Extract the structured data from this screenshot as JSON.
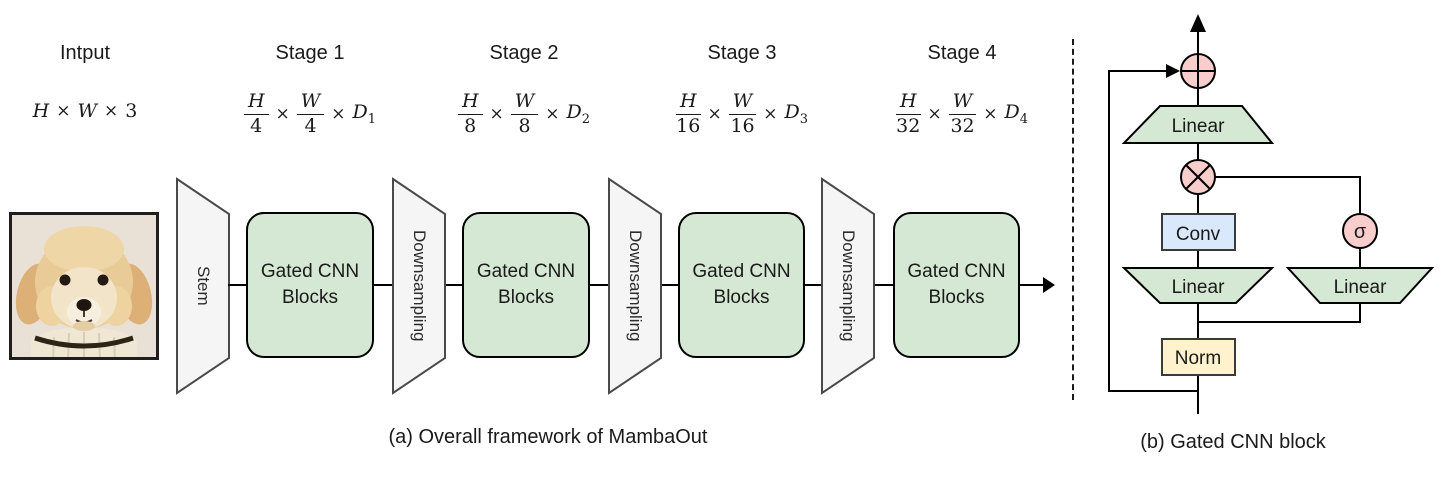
{
  "header": {
    "input": {
      "label": "Intput",
      "dims": [
        "H",
        "×",
        "W",
        "×",
        "3"
      ]
    },
    "stages": [
      {
        "label": "Stage 1",
        "num1": "H",
        "den1": "4",
        "times1": "×",
        "num2": "W",
        "den2": "4",
        "times2": "×",
        "dim": "D",
        "sub": "1"
      },
      {
        "label": "Stage 2",
        "num1": "H",
        "den1": "8",
        "times1": "×",
        "num2": "W",
        "den2": "8",
        "times2": "×",
        "dim": "D",
        "sub": "2"
      },
      {
        "label": "Stage 3",
        "num1": "H",
        "den1": "16",
        "times1": "×",
        "num2": "W",
        "den2": "16",
        "times2": "×",
        "dim": "D",
        "sub": "3"
      },
      {
        "label": "Stage 4",
        "num1": "H",
        "den1": "32",
        "times1": "×",
        "num2": "W",
        "den2": "32",
        "times2": "×",
        "dim": "D",
        "sub": "4"
      }
    ]
  },
  "flow": {
    "stem_label": "Stem",
    "downsampling_label": "Downsampling",
    "block_line1": "Gated CNN",
    "block_line2": "Blocks"
  },
  "gated_block": {
    "linear_top": "Linear",
    "linear_left": "Linear",
    "linear_right": "Linear",
    "conv": "Conv",
    "norm": "Norm",
    "sigma": "σ"
  },
  "captions": {
    "a": "(a) Overall framework of MambaOut",
    "b": "(b) Gated CNN block"
  },
  "colors": {
    "block_green": "#d5e8d4",
    "trapezoid_gray": "#f5f5f5",
    "circle_pink": "#f8cecc",
    "conv_blue": "#dae8fc",
    "norm_yellow": "#fff2cc",
    "line_black": "#000000"
  }
}
